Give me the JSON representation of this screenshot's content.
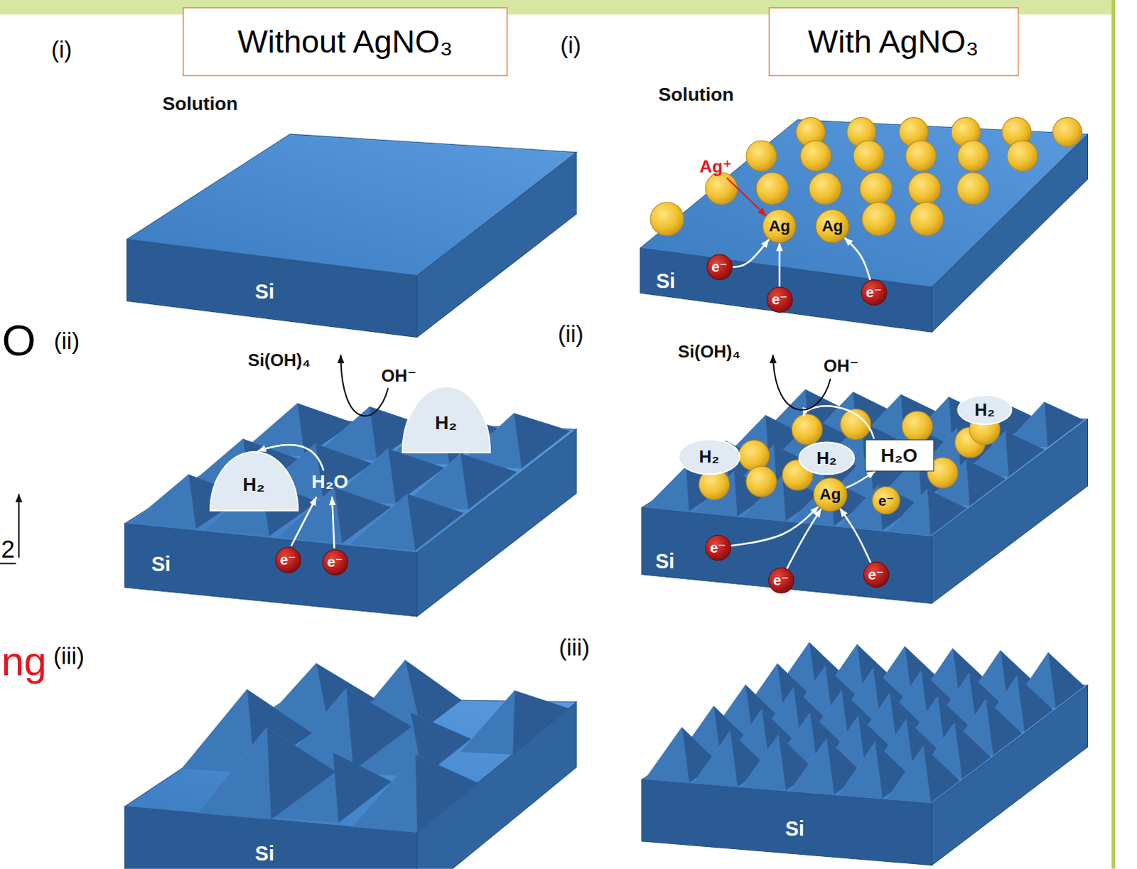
{
  "diagram": {
    "nodes": [
      {
        "text": [
          "Without AgNO₃"
        ]
      },
      {
        "text": [
          "With AgNO₃"
        ]
      },
      {
        "text": [
          "Ag"
        ]
      },
      {
        "text": [
          "Ag"
        ]
      },
      {
        "text": [
          "e⁻"
        ]
      },
      {
        "text": [
          "e⁻"
        ]
      },
      {
        "text": [
          "e⁻"
        ]
      },
      {
        "text": [
          "H₂"
        ]
      },
      {
        "text": [
          "H₂"
        ]
      },
      {
        "text": [
          "e⁻"
        ]
      },
      {
        "text": [
          "e⁻"
        ]
      },
      {
        "text": [
          "H₂"
        ]
      },
      {
        "text": [
          "H₂"
        ]
      },
      {
        "text": [
          "H₂"
        ]
      },
      {
        "text": [
          "H₂O"
        ]
      },
      {
        "text": [
          "Ag"
        ]
      },
      {
        "text": [
          "e⁻"
        ]
      },
      {
        "text": [
          "e⁻"
        ]
      },
      {
        "text": [
          "e⁻"
        ]
      },
      {
        "text": [
          "e⁻"
        ]
      }
    ],
    "edges": [
      {
        "from": 4,
        "to": 2,
        "arrow": "to"
      },
      {
        "from": 5,
        "to": 2,
        "arrow": "to"
      },
      {
        "from": 6,
        "to": 3,
        "arrow": "to"
      },
      {
        "from": 17,
        "to": 15,
        "arrow": "to"
      },
      {
        "from": 18,
        "to": 15,
        "arrow": "to"
      },
      {
        "from": 19,
        "to": 15,
        "arrow": "to"
      },
      {
        "from": 15,
        "to": 14,
        "arrow": "to"
      }
    ],
    "labels": [
      "(i)",
      "(i)",
      "Solution",
      "Si",
      "O",
      "(ii)",
      "Si(OH)₄",
      "OH⁻",
      "H₂O",
      "Si",
      "2",
      "ng",
      "(iii)",
      "Si",
      "Solution",
      "Ag⁺",
      "Si",
      "(ii)",
      "Si(OH)₄",
      "OH⁻",
      "Si",
      "(iii)",
      "Si"
    ]
  }
}
